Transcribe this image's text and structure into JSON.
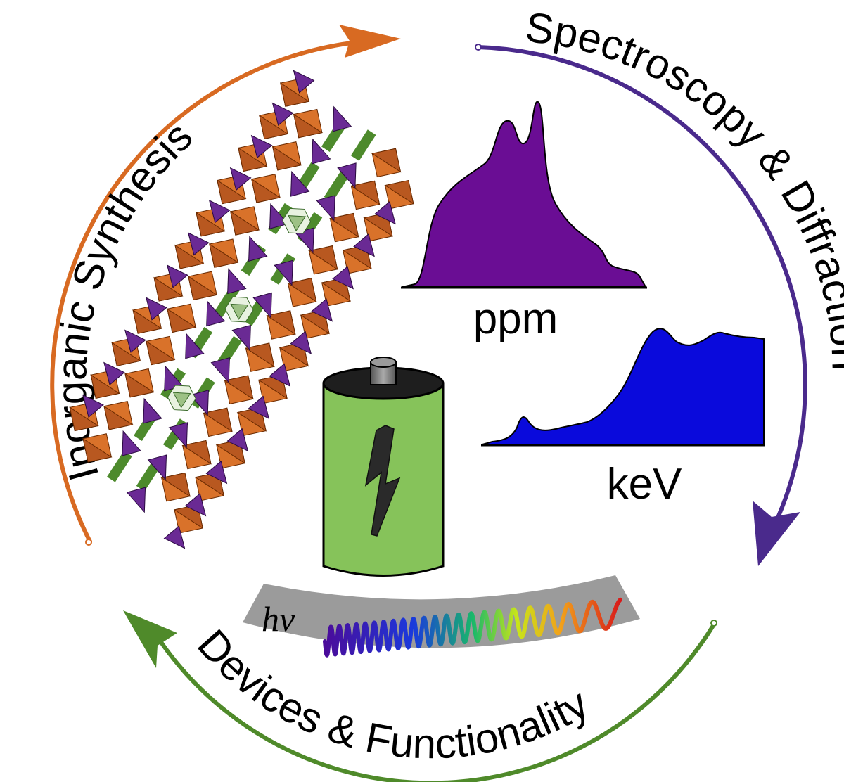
{
  "cycle": {
    "synthesis": {
      "label": "Inorganic Synthesis",
      "color": "#d86a22"
    },
    "characterization": {
      "label": "Spectroscopy & Diffraction",
      "color": "#4a2a8c"
    },
    "devices": {
      "label": "Devices & Functionality",
      "color": "#4f8a2a"
    }
  },
  "spectra": {
    "nmr": {
      "unit": "ppm",
      "fill": "#6a0d94"
    },
    "xray": {
      "unit": "keV",
      "fill": "#0a0adc"
    }
  },
  "light": {
    "label": "hν"
  },
  "palette": {
    "octahedra": "#d9722a",
    "tetrahedra": "#6a2a94",
    "bonds": "#4d8a2c",
    "battery_body": "#86c35a",
    "battery_cap": "#1e1e1e"
  },
  "icons": [
    "crystal-structure-icon",
    "battery-icon",
    "lightning-bolt-icon",
    "light-wave-icon"
  ]
}
